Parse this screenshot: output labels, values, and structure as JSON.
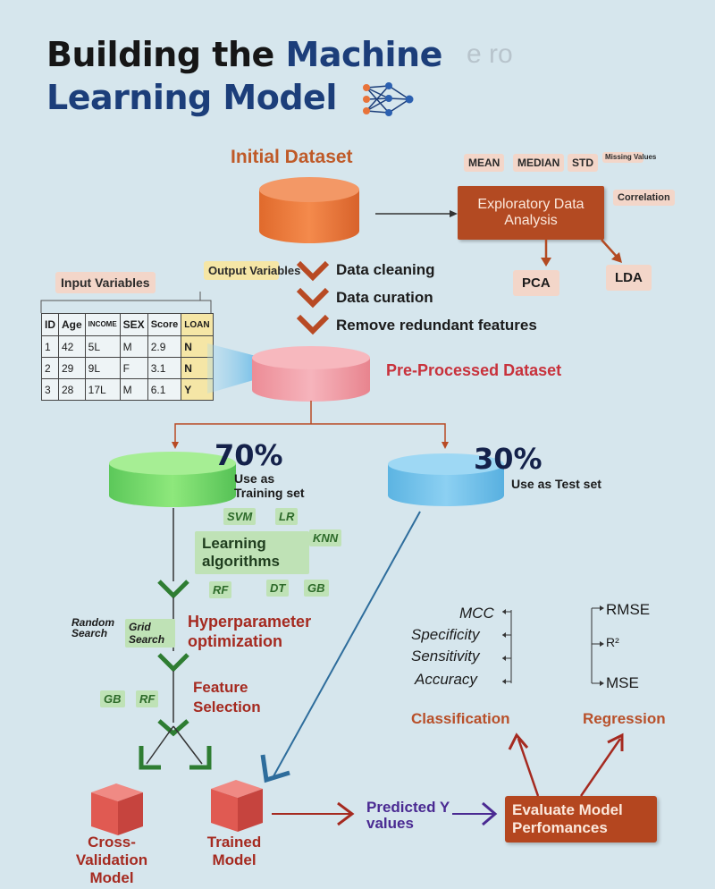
{
  "title": {
    "line1_a": "Building the ",
    "line1_b": "Machine",
    "line2": "Learning Model",
    "faded": "e ro"
  },
  "initial_dataset": "Initial Dataset",
  "stats_tags": [
    "MEAN",
    "MEDIAN",
    "STD"
  ],
  "missing_values": "Missing Values",
  "eda": "Exploratory Data Analysis",
  "correlation": "Correlation",
  "pca": "PCA",
  "lda": "LDA",
  "input_variables": "Input Variables",
  "output_variables": "Output Variables",
  "steps": [
    "Data cleaning",
    "Data curation",
    "Remove redundant features"
  ],
  "table": {
    "headers": [
      "ID",
      "Age",
      "INCOME",
      "SEX",
      "Score",
      "LOAN"
    ],
    "rows": [
      [
        "1",
        "42",
        "5L",
        "M",
        "2.9",
        "N"
      ],
      [
        "2",
        "29",
        "9L",
        "F",
        "3.1",
        "N"
      ],
      [
        "3",
        "28",
        "17L",
        "M",
        "6.1",
        "Y"
      ]
    ]
  },
  "preprocessed": "Pre-Processed Dataset",
  "train": {
    "pct": "70%",
    "label": "Use as Training set"
  },
  "test": {
    "pct": "30%",
    "label": "Use as Test set"
  },
  "algo_tags": [
    "SVM",
    "LR",
    "KNN",
    "RF",
    "DT",
    "GB"
  ],
  "learning_algorithms": "Learning algorithms",
  "search_tags": [
    "Random Search",
    "Grid Search"
  ],
  "hyperparameter": "Hyperparameter optimization",
  "feature_tags": [
    "GB",
    "RF"
  ],
  "feature_selection": "Feature Selection",
  "classification_metrics": [
    "MCC",
    "Specificity",
    "Sensitivity",
    "Accuracy"
  ],
  "regression_metrics": [
    "RMSE",
    "R²",
    "MSE"
  ],
  "classification": "Classification",
  "regression": "Regression",
  "cross_validation": "Cross-Validation Model",
  "trained_model": "Trained Model",
  "predicted": "Predicted Y values",
  "evaluate": "Evaluate Model Perfomances",
  "colors": {
    "background": "#d6e6ed",
    "orange": "#e8733a",
    "pink": "#f0a0a8",
    "green": "#6cd66a",
    "blue": "#6ec0ea",
    "cube": "#e04a45",
    "dark_orange": "#b34a22"
  }
}
